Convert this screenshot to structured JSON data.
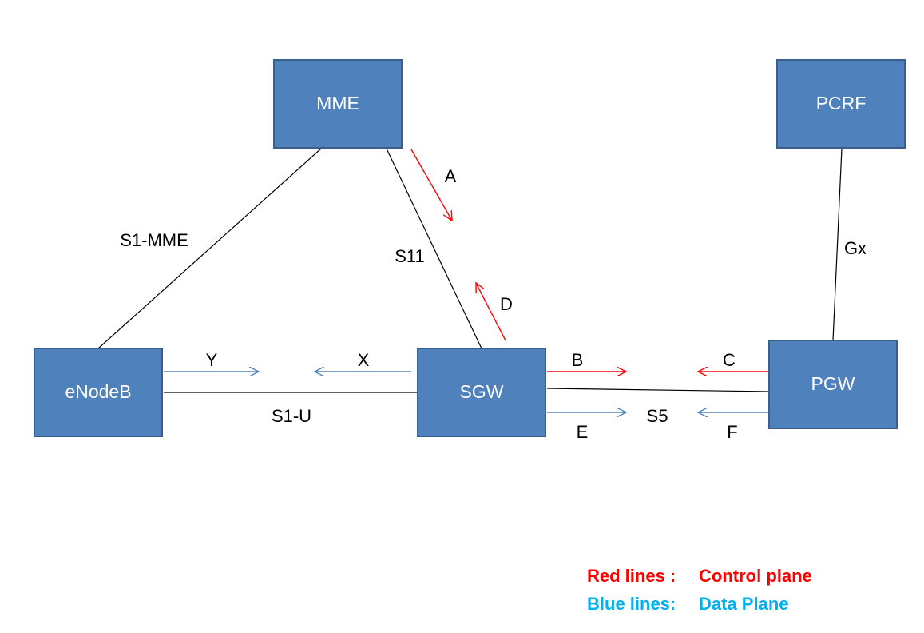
{
  "colors": {
    "node_fill": "#4f81bd",
    "node_border": "#3a5f8f",
    "control_plane": "#ff0000",
    "data_plane": "#4f81bd",
    "legend_data_text": "#00b0f0",
    "line": "#000000"
  },
  "nodes": {
    "mme": "MME",
    "pcrf": "PCRF",
    "enodeb": "eNodeB",
    "sgw": "SGW",
    "pgw": "PGW"
  },
  "interfaces": {
    "s1_mme": "S1-MME",
    "s11": "S11",
    "gx": "Gx",
    "s1_u": "S1-U",
    "s5": "S5"
  },
  "arrows": {
    "a": "A",
    "b": "B",
    "c": "C",
    "d": "D",
    "e": "E",
    "f": "F",
    "x": "X",
    "y": "Y"
  },
  "legend": {
    "control_key": "Red lines :",
    "control_value": "Control plane",
    "data_key": "Blue lines:",
    "data_value": "Data Plane"
  }
}
